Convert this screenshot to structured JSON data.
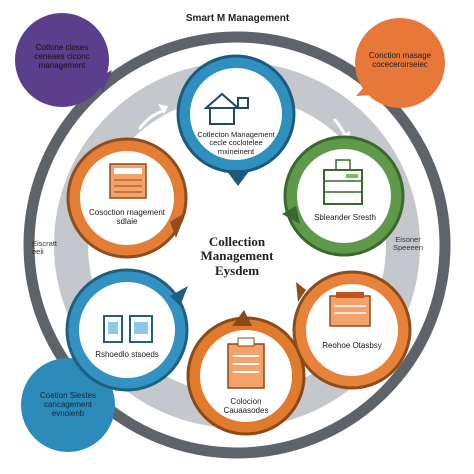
{
  "diagram": {
    "top_title": "Smart M Management",
    "center": {
      "line1": "Collection",
      "line2": "Management",
      "line3": "Eysdem"
    },
    "corners": {
      "top_left": {
        "line1": "Cotlone closes",
        "line2": "ceneaes ciconc",
        "line3": "management",
        "color": "#5b3e8c"
      },
      "top_right": {
        "line1": "Conction masage",
        "line2": "coceceroirseiec",
        "color": "#e8773a"
      },
      "bottom_left": {
        "line1": "Coetion Siestes",
        "line2": "cancagement",
        "line3": "evnoienb",
        "color": "#2c8bb8"
      }
    },
    "ring_labels": {
      "left": {
        "line1": "Eiscratt",
        "line2": "eeli"
      },
      "right": {
        "line1": "Eisoner",
        "line2": "Speeeen"
      }
    },
    "nodes": [
      {
        "id": "top",
        "line1": "Cotlecton Management",
        "line2": "cecle coclotelee",
        "line3": "mxineinent",
        "color": "#2f8fbf",
        "icon": "home-icon"
      },
      {
        "id": "left",
        "line1": "Cosoction rnagement",
        "line2": "sdlaie",
        "color": "#e47d35",
        "icon": "document-icon"
      },
      {
        "id": "right",
        "line1": "Sbleander Sresth",
        "color": "#5e9a49",
        "icon": "storage-icon"
      },
      {
        "id": "bottom-left",
        "line1": "Rshoedlo stsoeds",
        "color": "#3392c2",
        "icon": "devices-icon"
      },
      {
        "id": "bottom",
        "line1": "Colocion",
        "line2": "Cauaasodes",
        "color": "#e07a2c",
        "icon": "clipboard-icon"
      },
      {
        "id": "bottom-right",
        "line1": "Reohoe Otasbsy",
        "color": "#e7823a",
        "icon": "folder-icon"
      }
    ],
    "ring_color": "#5d6369"
  }
}
